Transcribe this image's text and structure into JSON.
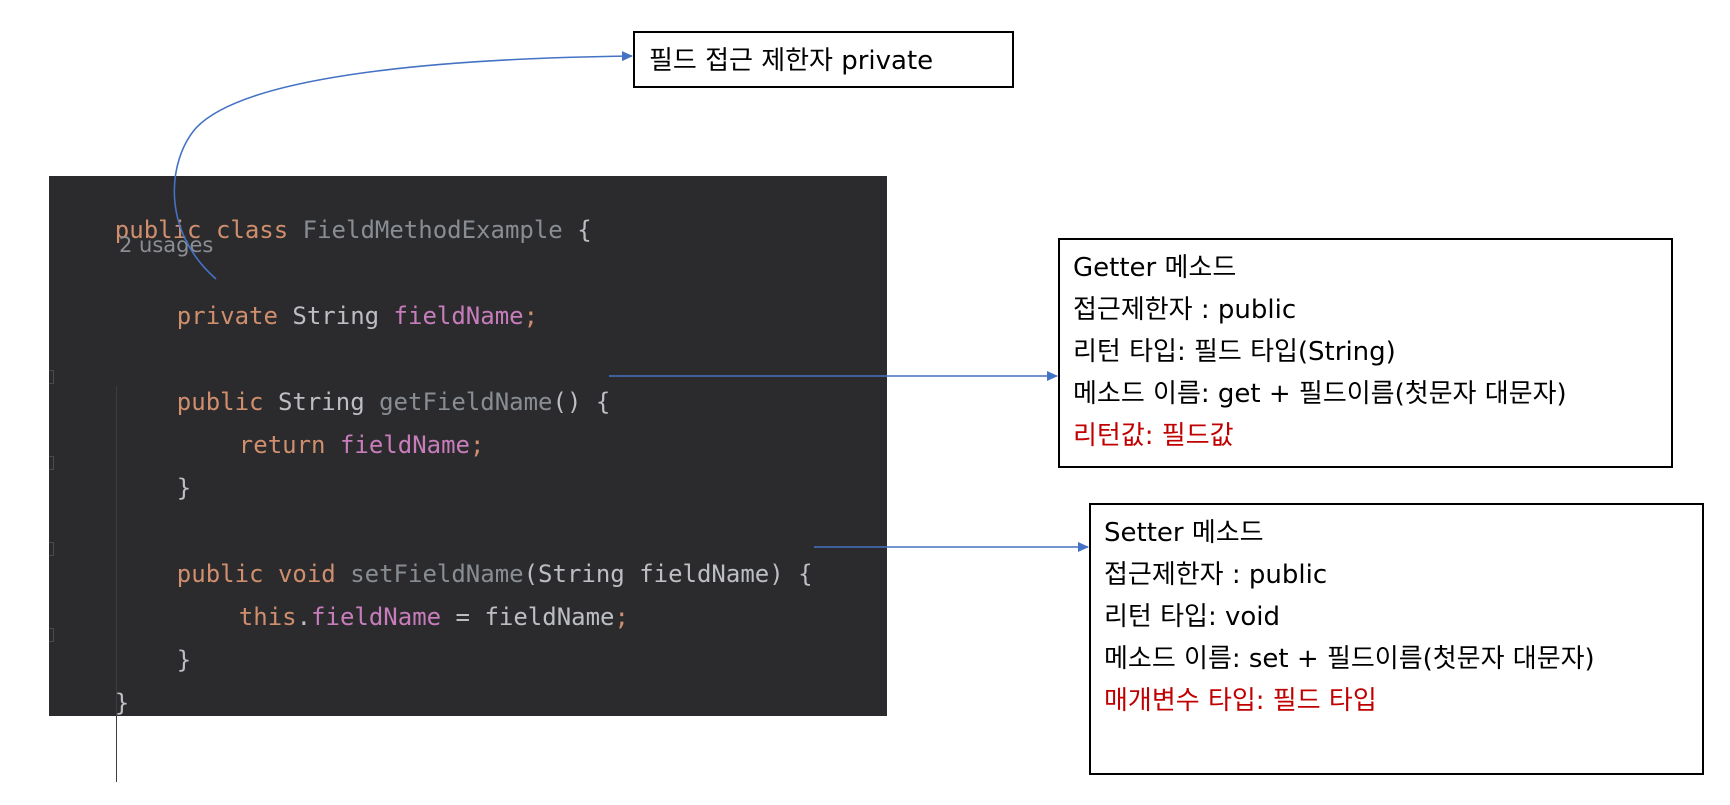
{
  "code": {
    "lines": [
      {
        "t1": "public ",
        "t2": "class ",
        "t3": "FieldMethodExample ",
        "t4": "{"
      },
      {
        "usages": "2 usages"
      },
      {
        "t1": "private ",
        "t2": "String ",
        "t3": "fieldName",
        "t4": ";"
      },
      {
        "t1": "public ",
        "t2": "String ",
        "t3": "getFieldName",
        "t4": "() {"
      },
      {
        "t1": "return ",
        "t3": "fieldName",
        "t4": ";"
      },
      {
        "t4": "}"
      },
      {
        "t1": "public ",
        "t2": "void ",
        "t3": "setFieldName",
        "t4": "(String fieldName) {"
      },
      {
        "t1": "this",
        "t2": ".",
        "t3": "fieldName",
        "t4": " = fieldName",
        "t5": ";"
      },
      {
        "t4": "}"
      },
      {
        "t4": "}"
      }
    ]
  },
  "notes": {
    "top": "필드 접근 제한자 private",
    "getter": [
      "Getter 메소드",
      "접근제한자 : public",
      "리턴 타입: 필드 타입(String)",
      "메소드 이름: get + 필드이름(첫문자 대문자)"
    ],
    "getter_highlight": "리턴값: 필드값",
    "setter": [
      "Setter 메소드",
      "접근제한자 : public",
      "리턴 타입: void",
      "메소드 이름: set + 필드이름(첫문자 대문자)"
    ],
    "setter_highlight": "매개변수 타입: 필드 타입"
  },
  "colors": {
    "code_bg": "#2b2b2d",
    "keyword": "#cf8e6d",
    "field": "#c77dbb",
    "arrow": "#4472c4",
    "highlight": "#c00000"
  }
}
